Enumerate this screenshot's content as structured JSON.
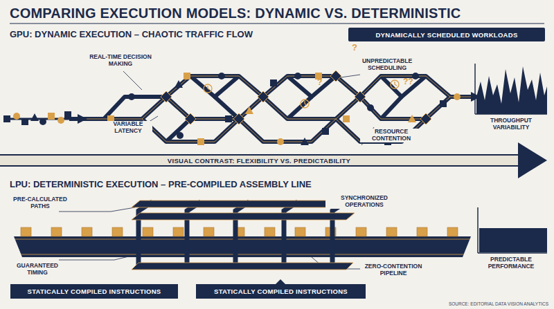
{
  "diagram": {
    "title": "COMPARING EXECUTION MODELS: DYNAMIC VS. DETERMINISTIC",
    "caption": "SOURCE: EDITORIAL DATA VISION ANALYTICS",
    "nodes": [
      {
        "text": [
          "DYNAMICALLY SCHEDULED WORKLOADS"
        ]
      },
      {
        "text": [
          "VISUAL CONTRAST: FLEXIBILITY VS. PREDICTABILITY"
        ]
      },
      {
        "text": [
          "STATICALLY COMPILED INSTRUCTIONS"
        ]
      },
      {
        "text": [
          "STATICALLY COMPILED INSTRUCTIONS"
        ]
      }
    ],
    "labels": [
      "GPU: DYNAMIC EXECUTION – CHAOTIC TRAFFIC FLOW",
      "REAL-TIME DECISION MAKING",
      "UNPREDICTABLE SCHEDULING",
      "VARIABLE LATENCY",
      "RESOURCE CONTENTION",
      "THROUGHPUT VARIABILITY",
      "LPU: DETERMINISTIC EXECUTION – PRE-COMPILED ASSEMBLY LINE",
      "PRE-CALCULATED PATHS",
      "SYNCHRONIZED OPERATIONS",
      "GUARANTEED TIMING",
      "ZERO-CONTENTION PIPELINE",
      "PREDICTABLE PERFORMANCE",
      "?",
      "?",
      "??"
    ]
  }
}
